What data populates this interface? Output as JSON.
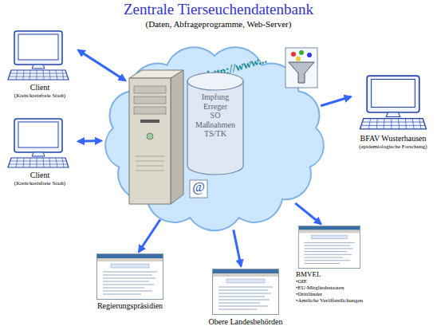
{
  "diagram": {
    "title": "Zentrale Tierseuchendatenbank",
    "nodes": [
      {
        "text": [
          "Client",
          "(Kreis/kreisfreie Stadt)"
        ]
      },
      {
        "text": [
          "http://www..."
        ]
      },
      {
        "text": [
          "Impfung",
          "Erreger",
          "SO",
          "Maßnahmen",
          "TS/TK"
        ],
        "in": 1
      },
      {
        "text": [
          "BFAV Wusterhausen",
          "(epidemiologische Forschung)"
        ]
      },
      {
        "text": [
          "Client",
          "(Kreis/kreisfreie Stadt)"
        ]
      },
      {
        "text": [
          "BMVEL",
          "•OIE",
          "•EU-Mitgliedsstaaten",
          "•Drittländer",
          "•Amtliche Veröffentlichungen"
        ]
      },
      {
        "text": [
          "Regierungspräsidien"
        ]
      },
      {
        "text": [
          "Obere Landesbehörden"
        ]
      }
    ],
    "edges": [
      {
        "from": 1,
        "to": 0,
        "arrow": "both"
      },
      {
        "from": 1,
        "to": 4,
        "arrow": "both"
      },
      {
        "from": 1,
        "to": 3,
        "arrow": "to"
      },
      {
        "from": 1,
        "to": 5,
        "arrow": "to"
      },
      {
        "from": 1,
        "to": 6,
        "arrow": "to"
      },
      {
        "from": 1,
        "to": 7,
        "arrow": "to"
      }
    ],
    "labels": [
      "(Daten, Abfrageprogramme, Web-Server)",
      "@"
    ]
  }
}
